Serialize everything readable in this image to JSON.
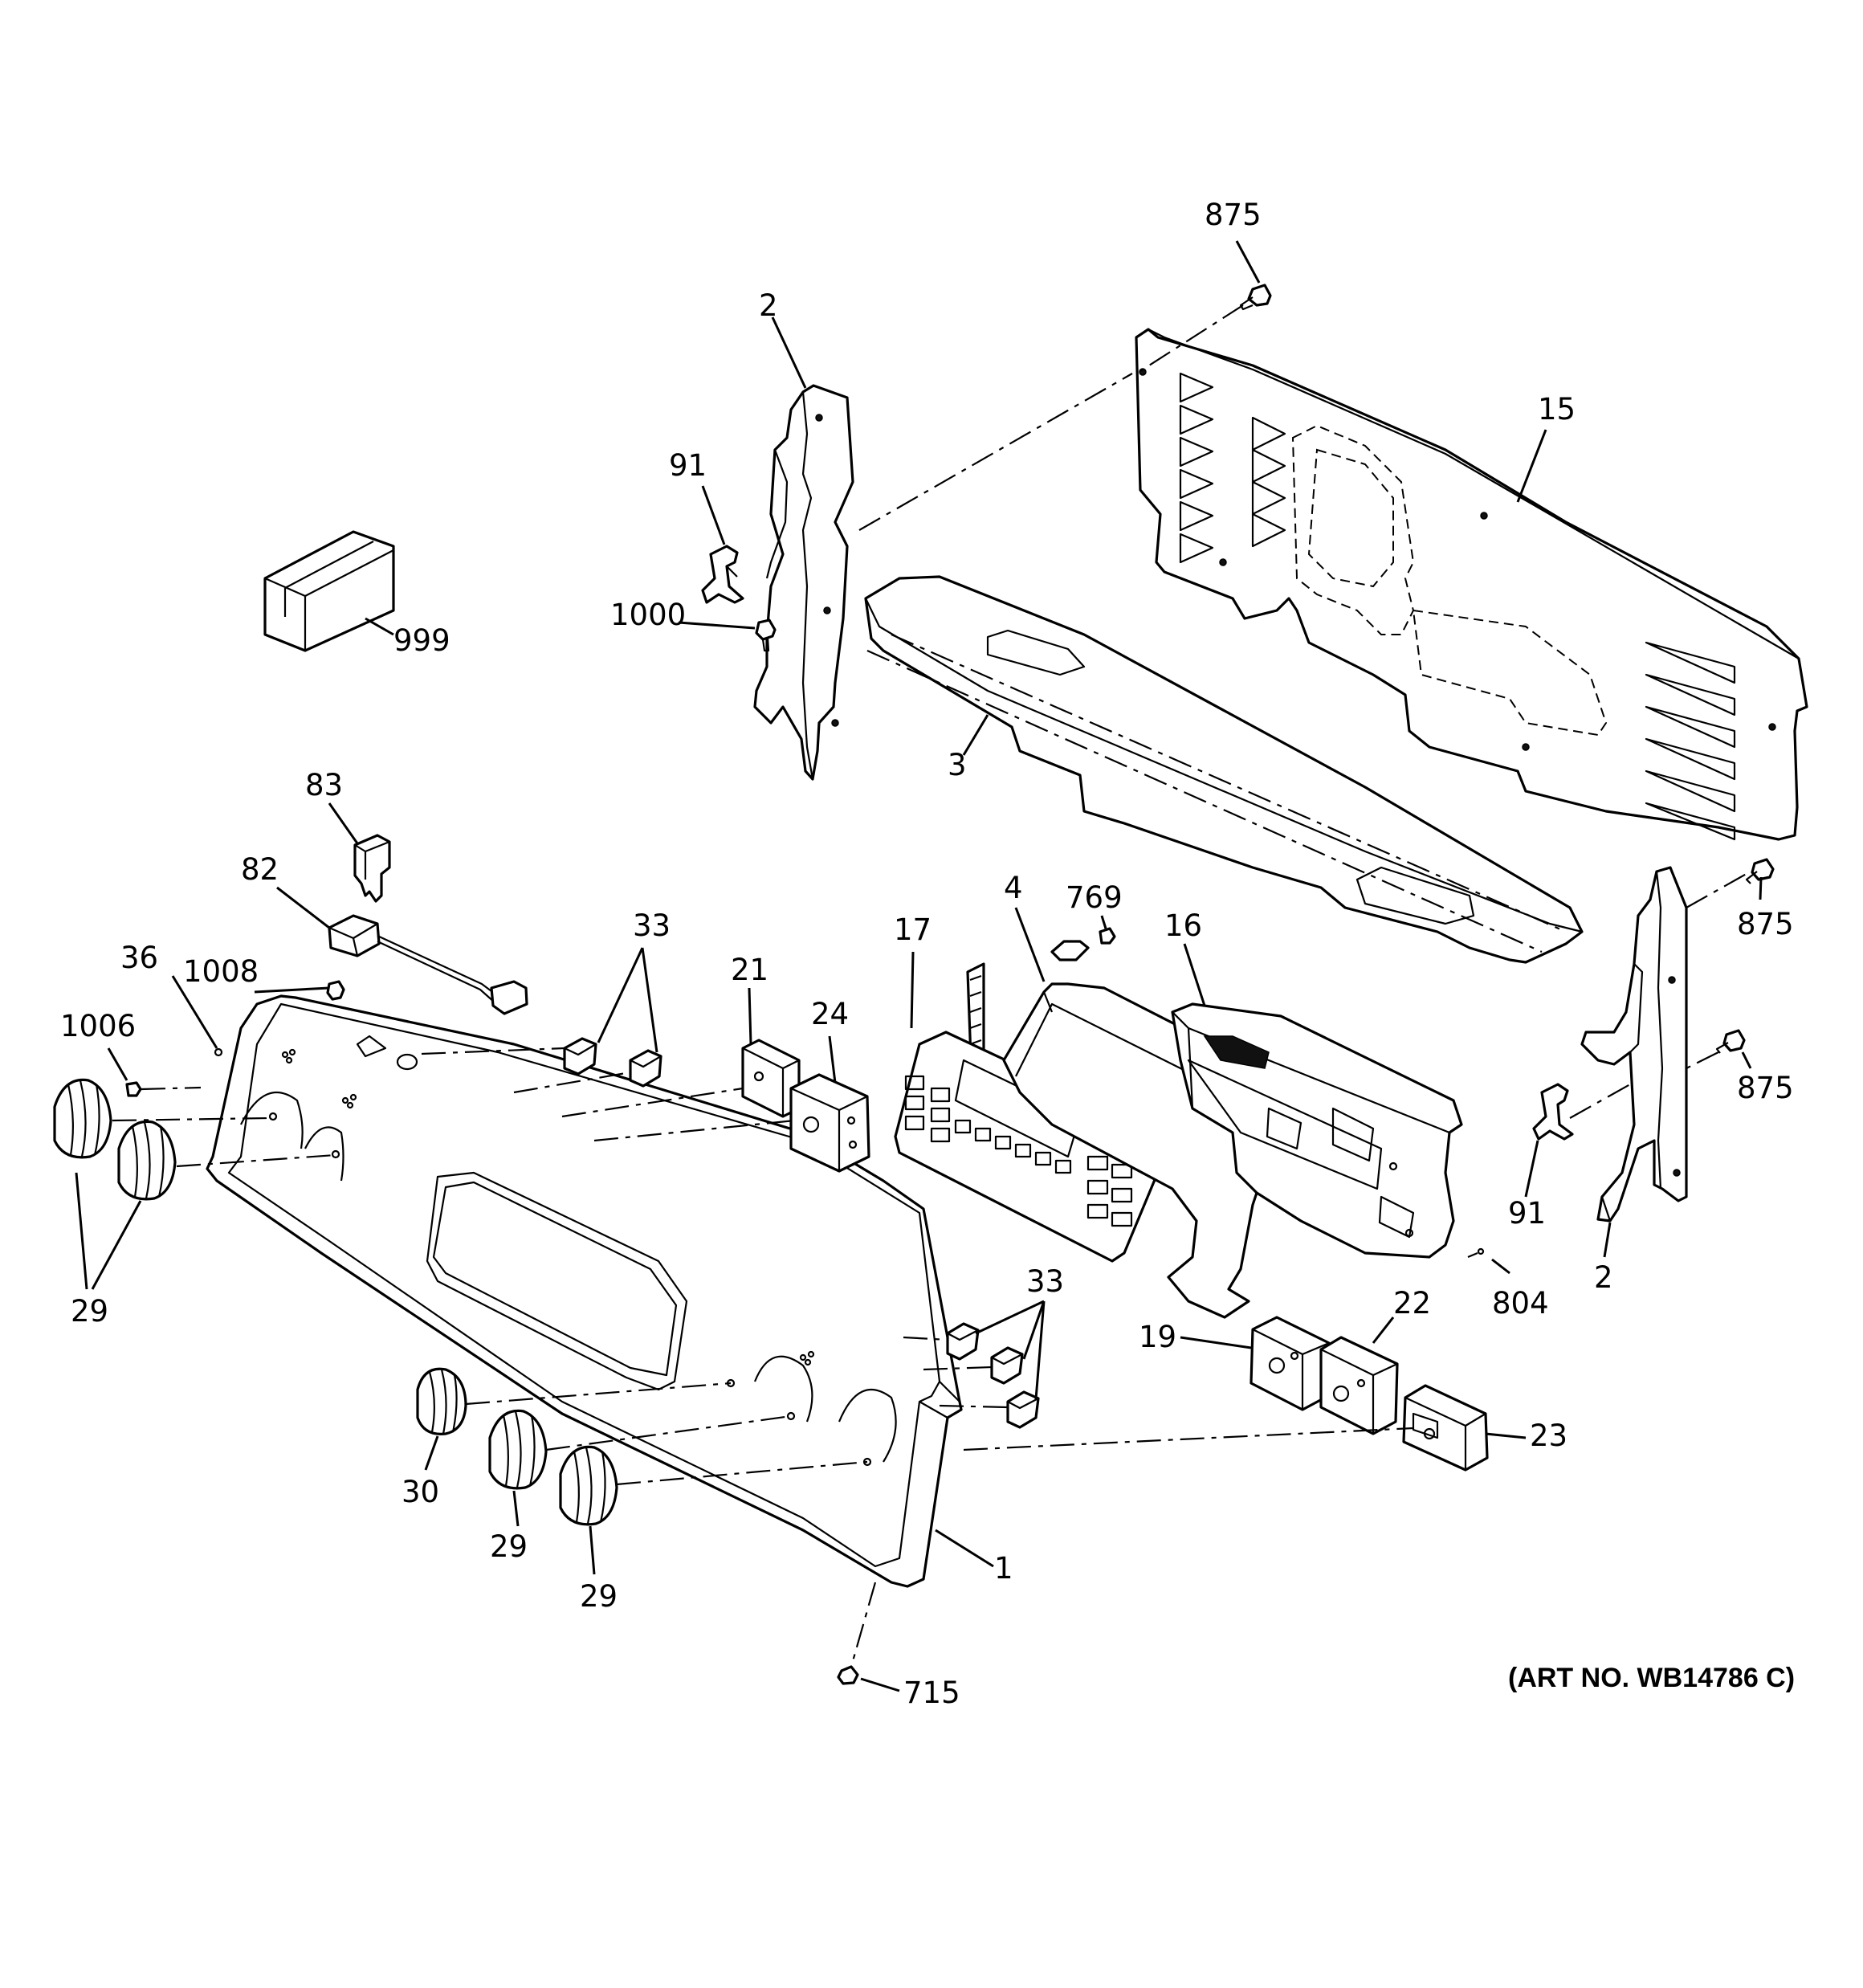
{
  "diagram": {
    "callouts": {
      "c875_top": "875",
      "c2_left": "2",
      "c91_left": "91",
      "c1000": "1000",
      "c999": "999",
      "c15": "15",
      "c3": "3",
      "c83": "83",
      "c82": "82",
      "c36": "36",
      "c1008": "1008",
      "c1006": "1006",
      "c33_upper": "33",
      "c21": "21",
      "c24": "24",
      "c29_left": "29",
      "c17": "17",
      "c4": "4",
      "c769": "769",
      "c16": "16",
      "c875_mid": "875",
      "c875_low": "875",
      "c91_right": "91",
      "c2_right": "2",
      "c804": "804",
      "c33_lower": "33",
      "c19": "19",
      "c22": "22",
      "c23": "23",
      "c30": "30",
      "c29_mid": "29",
      "c29_low": "29",
      "c1": "1",
      "c715": "715"
    },
    "art_number": "(ART NO. WB14786 C)"
  }
}
